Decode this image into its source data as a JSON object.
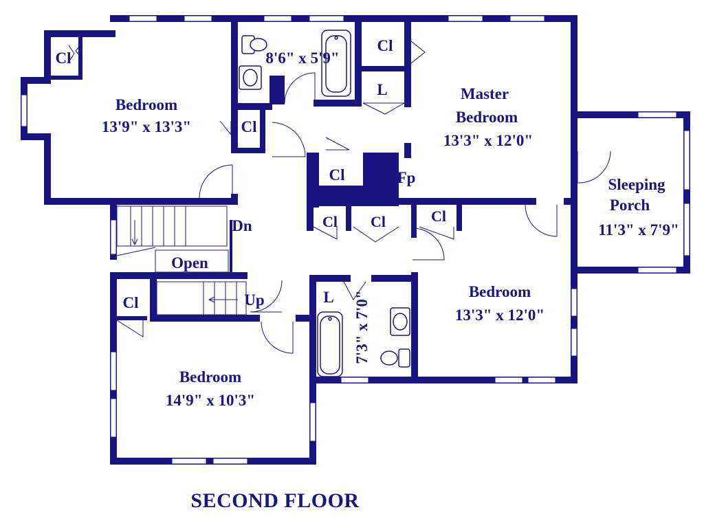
{
  "title": "SECOND FLOOR",
  "colors": {
    "wall": "#1b1580",
    "background": "#ffffff"
  },
  "rooms": {
    "bedroom_nw": {
      "name": "Bedroom",
      "size": "13'9\" x 13'3\""
    },
    "bath_top": {
      "size": "8'6\" x 5'9\""
    },
    "master": {
      "name1": "Master",
      "name2": "Bedroom",
      "size": "13'3\" x 12'0\""
    },
    "porch": {
      "name1": "Sleeping",
      "name2": "Porch",
      "size": "11'3\" x 7'9\""
    },
    "bedroom_e": {
      "name": "Bedroom",
      "size": "13'3\" x 12'0\""
    },
    "bedroom_sw": {
      "name": "Bedroom",
      "size": "14'9\" x 10'3\""
    },
    "bath_mid": {
      "size": "7'3\" x 7'0\""
    }
  },
  "labels": {
    "closet": "Cl",
    "linen": "L",
    "fireplace": "Fp",
    "stairs_down": "Dn",
    "stairs_up": "Up",
    "open": "Open"
  }
}
